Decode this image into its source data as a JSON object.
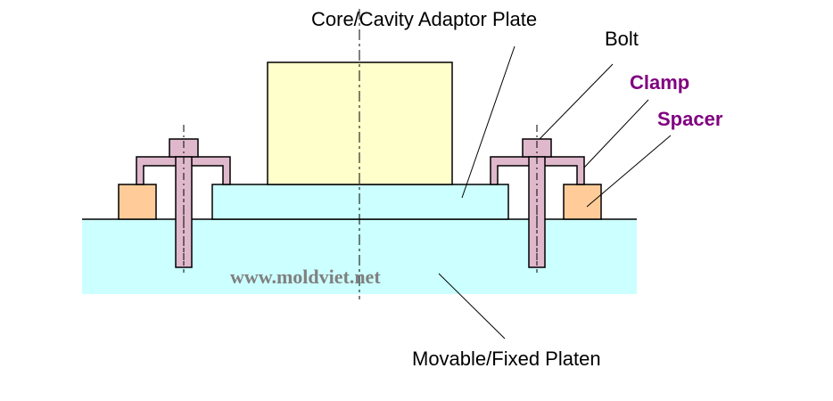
{
  "labels": {
    "adaptor_plate": "Core/Cavity Adaptor Plate",
    "bolt": "Bolt",
    "clamp": "Clamp",
    "spacer": "Spacer",
    "platen": "Movable/Fixed Platen",
    "watermark": "www.moldviet.net"
  },
  "colors": {
    "platen_fill": "#CCFFFF",
    "core_block_fill": "#FFFFCC",
    "clamp_fill": "#E0B8CC",
    "spacer_fill": "#FFCC99",
    "clamp_label": "#800080",
    "watermark": "#808080"
  }
}
